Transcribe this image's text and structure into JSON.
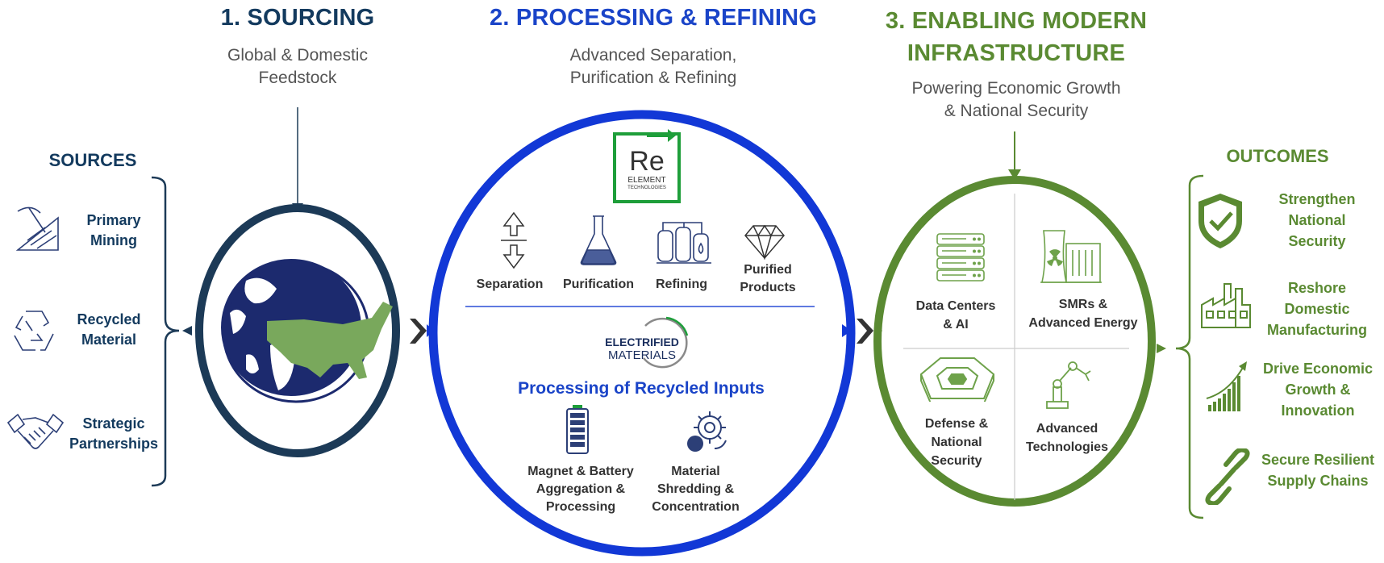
{
  "stages": [
    {
      "title": "1. SOURCING",
      "subtitle": [
        "Global & Domestic",
        "Feedstock"
      ]
    },
    {
      "title": "2. PROCESSING & REFINING",
      "subtitle": [
        "Advanced Separation,",
        "Purification & Refining"
      ]
    },
    {
      "title": [
        "3. ENABLING MODERN",
        "INFRASTRUCTURE"
      ],
      "subtitle": [
        "Powering Economic Growth",
        "& National Security"
      ]
    }
  ],
  "sources": {
    "heading": "SOURCES",
    "items": [
      {
        "label": [
          "Primary",
          "Mining"
        ],
        "icon": "mining-pickaxe-icon"
      },
      {
        "label": [
          "Recycled",
          "Material"
        ],
        "icon": "recycle-icon"
      },
      {
        "label": [
          "Strategic",
          "Partnerships"
        ],
        "icon": "handshake-icon"
      }
    ]
  },
  "processing": {
    "logo_top": {
      "symbol": "Re",
      "line1": "ELEMENT",
      "line2": "TECHNOLOGIES"
    },
    "steps": [
      {
        "label": [
          "Separation"
        ],
        "icon": "separation-arrows-icon"
      },
      {
        "label": [
          "Purification"
        ],
        "icon": "flask-icon"
      },
      {
        "label": [
          "Refining"
        ],
        "icon": "refinery-tanks-icon"
      },
      {
        "label": [
          "Purified",
          "Products"
        ],
        "icon": "diamond-icon"
      }
    ],
    "logo_bottom": {
      "line1": "ELECTRIFIED",
      "line2": "MATERIALS"
    },
    "recycled_heading": "Processing of Recycled Inputs",
    "recycled_steps": [
      {
        "label": [
          "Magnet & Battery",
          "Aggregation &",
          "Processing"
        ],
        "icon": "battery-icon"
      },
      {
        "label": [
          "Material",
          "Shredding &",
          "Concentration"
        ],
        "icon": "shredder-gear-icon"
      }
    ]
  },
  "infrastructure": [
    {
      "label": [
        "Data Centers",
        "& AI"
      ],
      "icon": "server-rack-icon"
    },
    {
      "label": [
        "SMRs &",
        "Advanced Energy"
      ],
      "icon": "nuclear-plant-icon"
    },
    {
      "label": [
        "Defense &",
        "National",
        "Security"
      ],
      "icon": "pentagon-icon"
    },
    {
      "label": [
        "Advanced",
        "Technologies"
      ],
      "icon": "robot-arm-icon"
    }
  ],
  "outcomes": {
    "heading": "OUTCOMES",
    "items": [
      {
        "label": [
          "Strengthen",
          "National",
          "Security"
        ],
        "icon": "shield-check-icon"
      },
      {
        "label": [
          "Reshore",
          "Domestic",
          "Manufacturing"
        ],
        "icon": "factory-icon"
      },
      {
        "label": [
          "Drive Economic",
          "Growth &",
          "Innovation"
        ],
        "icon": "growth-chart-icon"
      },
      {
        "label": [
          "Secure Resilient",
          "Supply Chains"
        ],
        "icon": "chain-link-icon"
      }
    ]
  },
  "colors": {
    "navy": "#133a5e",
    "blue": "#1a44c8",
    "green": "#5a8a32",
    "usa_green": "#79a85c"
  }
}
